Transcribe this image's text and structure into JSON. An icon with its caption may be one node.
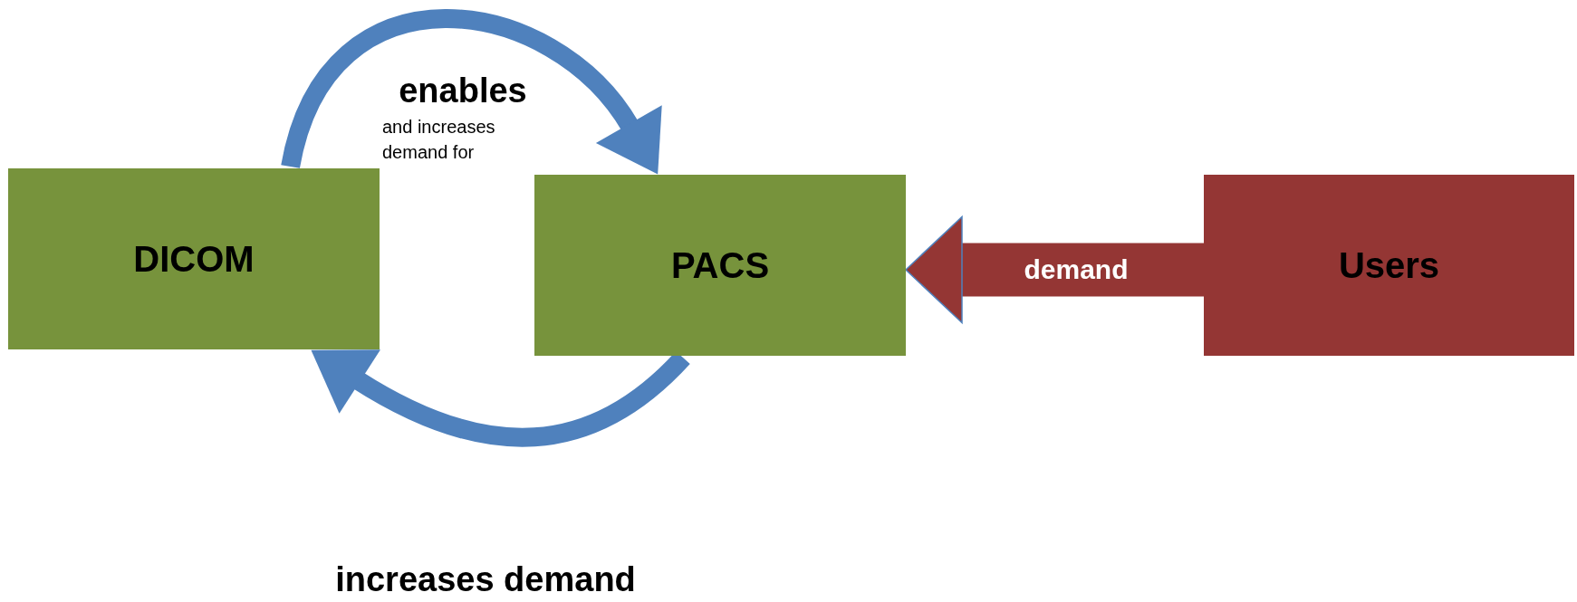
{
  "diagram": {
    "nodes": [
      {
        "text": [
          "DICOM"
        ]
      },
      {
        "text": [
          "PACS"
        ]
      },
      {
        "text": [
          "Users"
        ]
      }
    ],
    "edges": [
      {
        "from": 0,
        "to": 1,
        "arrow": "to",
        "label": "enables"
      },
      {
        "from": 1,
        "to": 0,
        "arrow": "to",
        "label": "increases demand"
      },
      {
        "from": 2,
        "to": 1,
        "arrow": "to",
        "label": "demand",
        "color": "#943634",
        "style": "thick"
      }
    ],
    "labels": [
      "and increases demand for"
    ]
  }
}
